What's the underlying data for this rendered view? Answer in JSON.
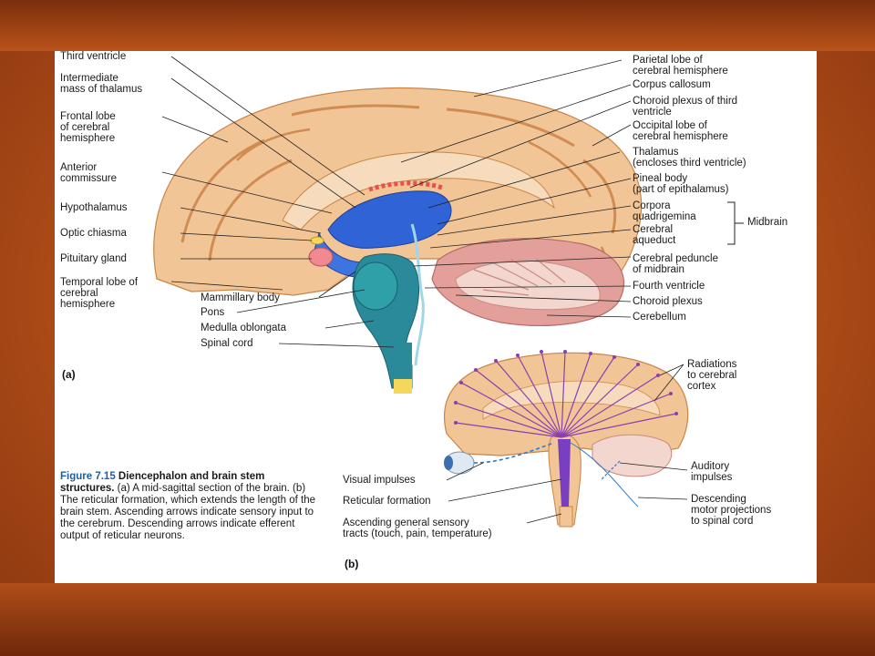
{
  "panel_a": {
    "letter": "(a)",
    "left_labels": {
      "third_ventricle": "Third ventricle",
      "intermediate_mass": "Intermediate\nmass of thalamus",
      "frontal_lobe": "Frontal lobe\nof cerebral\nhemisphere",
      "anterior_commissure": "Anterior\ncommissure",
      "hypothalamus": "Hypothalamus",
      "optic_chiasma": "Optic chiasma",
      "pituitary_gland": "Pituitary gland",
      "temporal_lobe": "Temporal lobe of\ncerebral\nhemisphere",
      "mammillary_body": "Mammillary body",
      "pons": "Pons",
      "medulla_oblongata": "Medulla oblongata",
      "spinal_cord": "Spinal cord"
    },
    "right_labels": {
      "parietal_lobe": "Parietal lobe of\ncerebral hemisphere",
      "corpus_callosum": "Corpus callosum",
      "choroid_plexus_third": "Choroid plexus of third\nventricle",
      "occipital_lobe": "Occipital lobe of\ncerebral hemisphere",
      "thalamus": "Thalamus\n(encloses third ventricle)",
      "pineal_body": "Pineal body\n(part of epithalamus)",
      "corpora_quadrigemina": "Corpora\nquadrigemina",
      "cerebral_aqueduct": "Cerebral\naqueduct",
      "midbrain": "Midbrain",
      "cerebral_peduncle": "Cerebral peduncle\nof midbrain",
      "fourth_ventricle": "Fourth ventricle",
      "choroid_plexus": "Choroid plexus",
      "cerebellum": "Cerebellum"
    }
  },
  "panel_b": {
    "letter": "(b)",
    "labels": {
      "radiations": "Radiations\nto cerebral\ncortex",
      "visual_impulses": "Visual impulses",
      "reticular_formation": "Reticular formation",
      "ascending_tracts": "Ascending general sensory\ntracts (touch, pain, temperature)",
      "auditory_impulses": "Auditory\nimpulses",
      "descending_motor": "Descending\nmotor projections\nto spinal cord"
    }
  },
  "caption": {
    "figure_number": "Figure 7.15",
    "title": "Diencephalon and brain stem structures.",
    "body": "(a) A mid-sagittal section of the brain. (b) The reticular formation, which extends the length of the brain stem. Ascending arrows indicate sensory input to the cerebrum. Descending arrows indicate efferent output of reticular neurons."
  },
  "colors": {
    "cortex": "#f2c596",
    "cortex_dark": "#d9955a",
    "ventricle": "#2f63d6",
    "brainstem": "#2a8a9a",
    "cerebellum": "#e3a09a",
    "pituitary": "#f08a90",
    "arrow_purple": "#8a3fb0"
  }
}
